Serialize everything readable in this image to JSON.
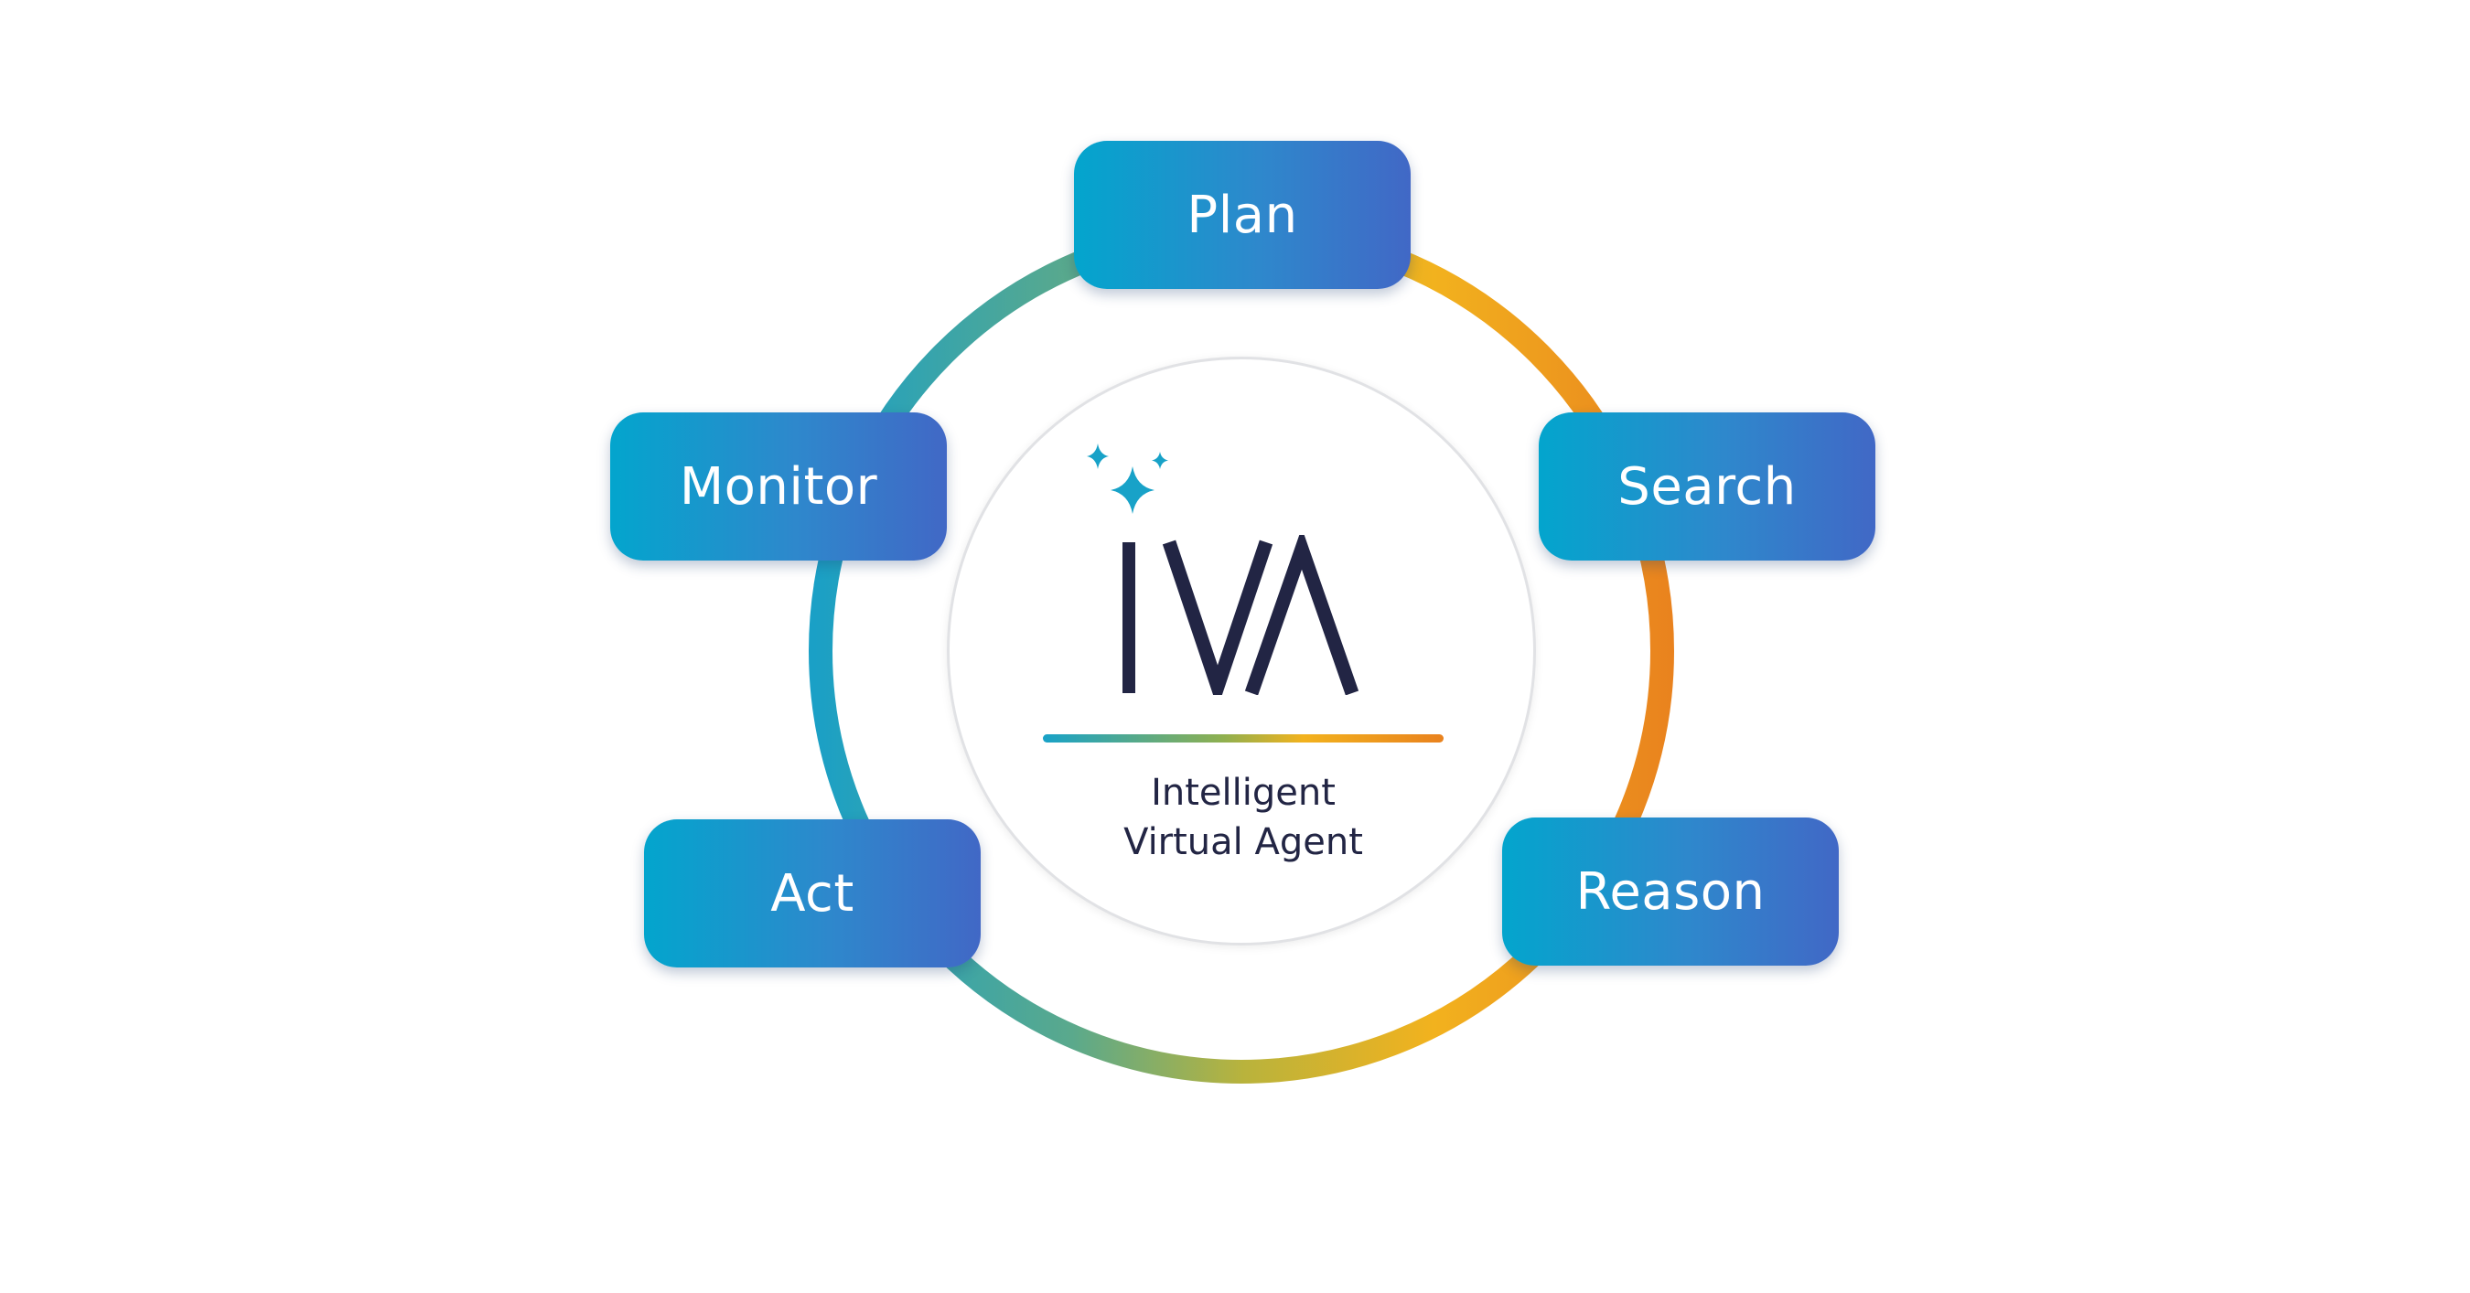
{
  "diagram": {
    "stages": {
      "plan": "Plan",
      "search": "Search",
      "reason": "Reason",
      "act": "Act",
      "monitor": "Monitor"
    },
    "logo": {
      "letters": "IVA",
      "line1": "Intelligent",
      "line2": "Virtual Agent"
    }
  },
  "colors": {
    "box_gradient_start": "#03a5cd",
    "box_gradient_end": "#4168c6",
    "ring_teal": "#1aa0c6",
    "ring_olive": "#b9b33c",
    "ring_yellow": "#f2b21e",
    "ring_orange": "#e9821e",
    "logo_navy": "#222544",
    "sparkle": "#18a2c8"
  },
  "icons": {
    "sparkles": "sparkles-icon"
  }
}
